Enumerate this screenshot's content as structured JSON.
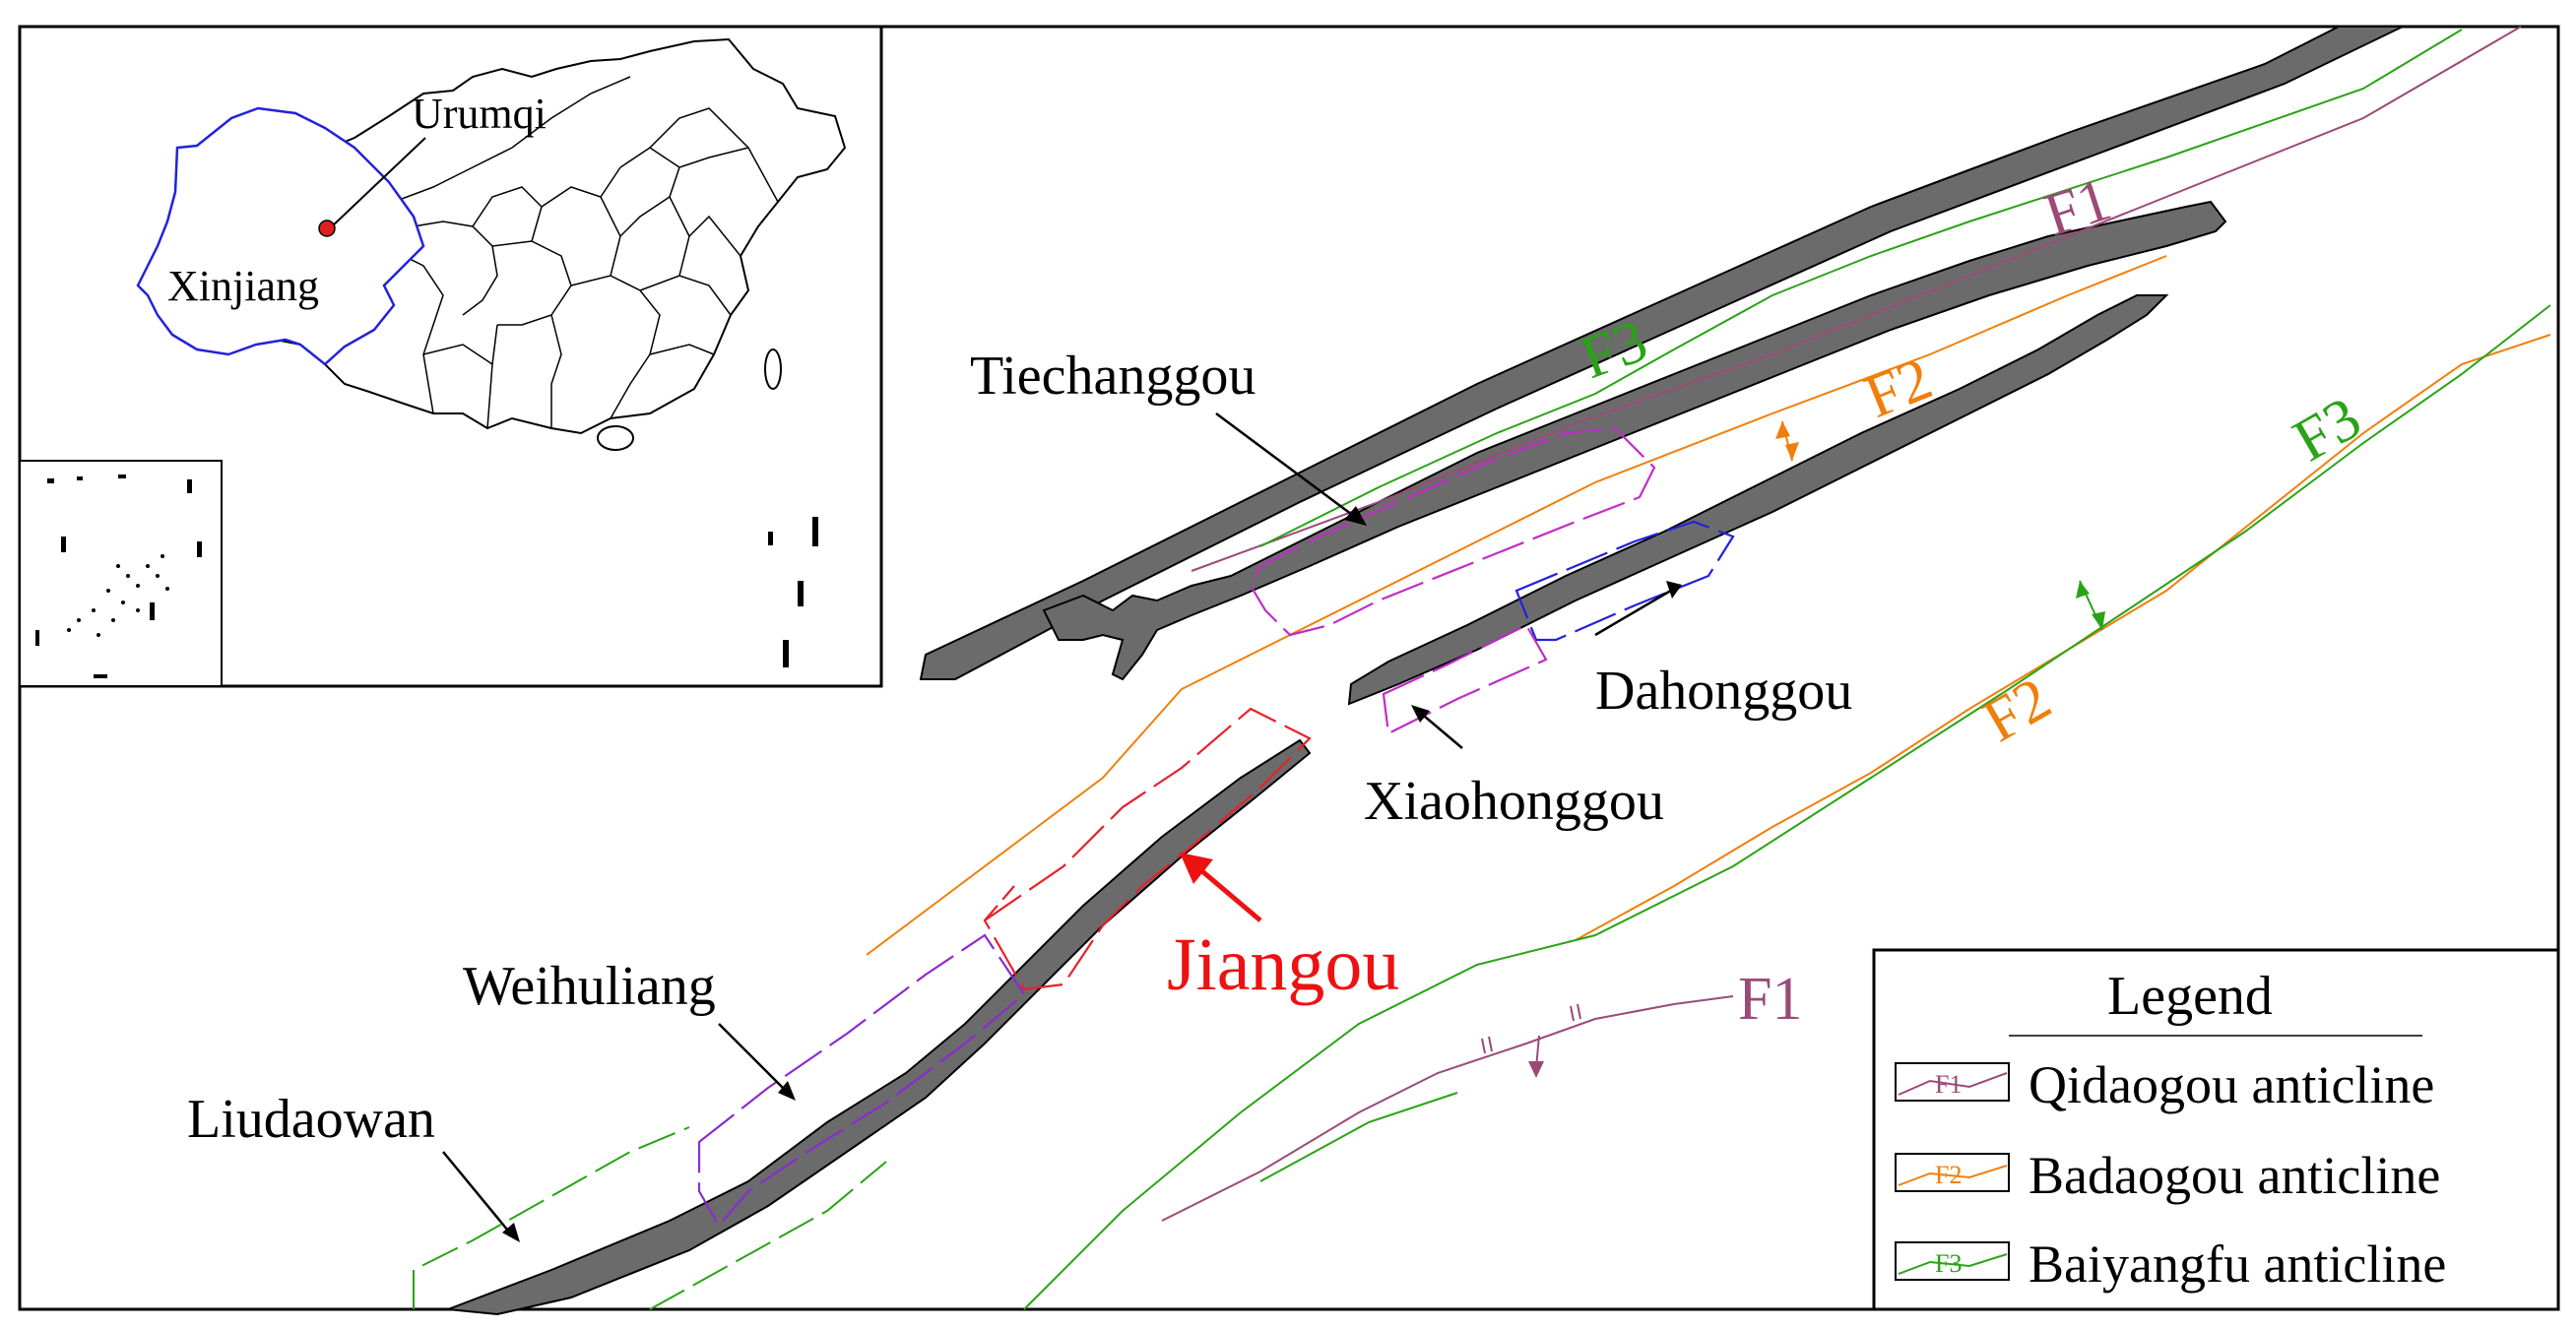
{
  "inset": {
    "city_label": "Urumqi",
    "region_label": "Xinjiang"
  },
  "map": {
    "mine_labels": {
      "tiechanggou": "Tiechanggou",
      "dahonggou": "Dahonggou",
      "xiaohonggou": "Xiaohonggou",
      "weihuliang": "Weihuliang",
      "liudaowan": "Liudaowan",
      "jiangou": "Jiangou"
    },
    "fault_labels": {
      "f1_upper": "F1",
      "f1_lower": "F1",
      "f2_upper": "F2",
      "f2_lower": "F2",
      "f3_upper": "F3",
      "f3_lower": "F3"
    }
  },
  "legend": {
    "title": "Legend",
    "items": [
      {
        "symbol": "F1",
        "label": "Qidaogou anticline",
        "color": "#9B4A78"
      },
      {
        "symbol": "F2",
        "label": "Badaogou anticline",
        "color": "#F07F0A"
      },
      {
        "symbol": "F3",
        "label": "Baiyangfu anticline",
        "color": "#2AA317"
      }
    ]
  },
  "colors": {
    "coal_seam": "#6B6B6B",
    "f1_line": "#9B4A78",
    "f2_line": "#F07F0A",
    "f3_line": "#2AA317",
    "magenta_boundary": "#C02CC6",
    "purple_boundary": "#8A2BD2",
    "blue_boundary": "#2222DD",
    "red_boundary": "#E8202A",
    "highlight": "#EE1111",
    "xinjiang_border": "#2222DD"
  }
}
